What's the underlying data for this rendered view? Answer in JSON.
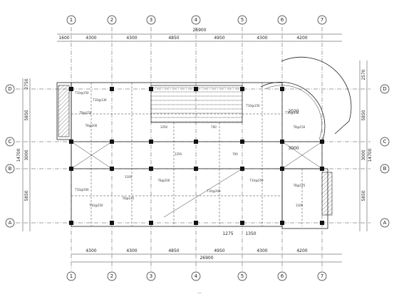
{
  "drawing": {
    "top_total": "26900",
    "bottom_total": "26900",
    "top_dims": [
      "1600",
      "4300",
      "4300",
      "4850",
      "4950",
      "4300",
      "4200"
    ],
    "bottom_dims": [
      "4300",
      "4300",
      "4850",
      "4950",
      "4300",
      "4200"
    ],
    "column_axes": [
      "1",
      "2",
      "3",
      "4",
      "5",
      "6",
      "7"
    ],
    "row_axes": [
      "D",
      "C",
      "B",
      "A"
    ],
    "left_dims": [
      "2750",
      "5850",
      "3000",
      "5850"
    ],
    "right_dims": [
      "2570",
      "5850",
      "3000",
      "5850"
    ],
    "left_total": "14700",
    "right_total": "14700",
    "extra_dims": [
      "1275",
      "1350",
      "2020",
      "3000"
    ],
    "slab_notes": [
      "T10@150",
      "T10@130",
      "T8@150",
      "T8@200",
      "T10@200",
      "T10@250",
      "T8@125",
      "1100",
      "1250",
      "700"
    ],
    "title": "..."
  }
}
